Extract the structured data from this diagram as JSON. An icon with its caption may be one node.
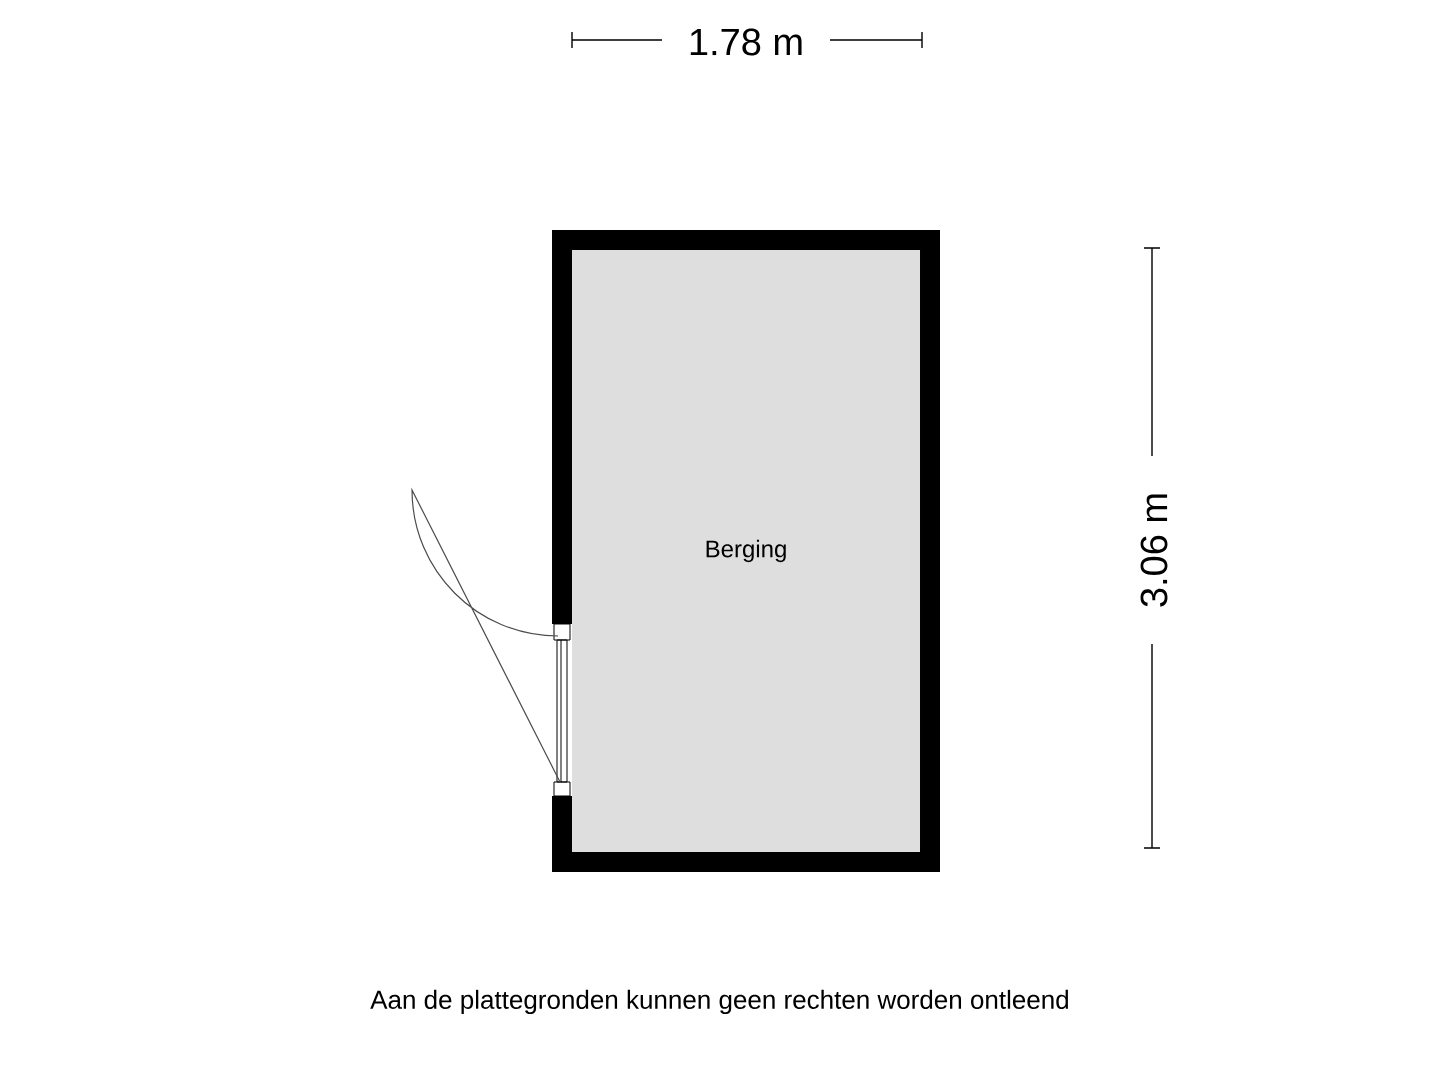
{
  "diagram": {
    "nodes": [
      {
        "text": [
          "Berging"
        ]
      }
    ],
    "labels": [
      "1.78 m",
      "3.06 m",
      "Aan de plattegronden kunnen geen rechten worden ontleend"
    ]
  }
}
